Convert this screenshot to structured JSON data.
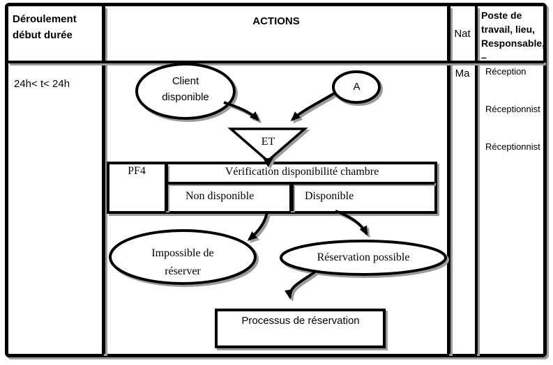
{
  "table": {
    "header": {
      "deroulement_lines": [
        "Déroulement",
        "début durée"
      ],
      "actions": "ACTIONS",
      "nat": "Nat",
      "poste_lines": [
        "Poste de",
        "travail, lieu,",
        "Responsable,",
        "–"
      ]
    },
    "row": {
      "deroulement": "24h< t< 24h",
      "nat": "Ma",
      "poste_entries": [
        "Réception",
        "Réceptionnist",
        "Réceptionnist"
      ]
    }
  },
  "flowchart": {
    "client_event_lines": [
      "Client",
      "disponible"
    ],
    "connector": "A",
    "operator": "ET",
    "process": {
      "id": "PF4",
      "title": "Vérification disponibilité chambre",
      "outcome_left": "Non disponible",
      "outcome_right": "Disponible"
    },
    "result_negative_lines": [
      "Impossible de",
      "réserver"
    ],
    "result_positive": "Réservation possible",
    "next_step": "Processus de réservation"
  },
  "colors": {
    "line": "#000000",
    "shadow": "#9b9b9b",
    "background": "#ffffff"
  }
}
